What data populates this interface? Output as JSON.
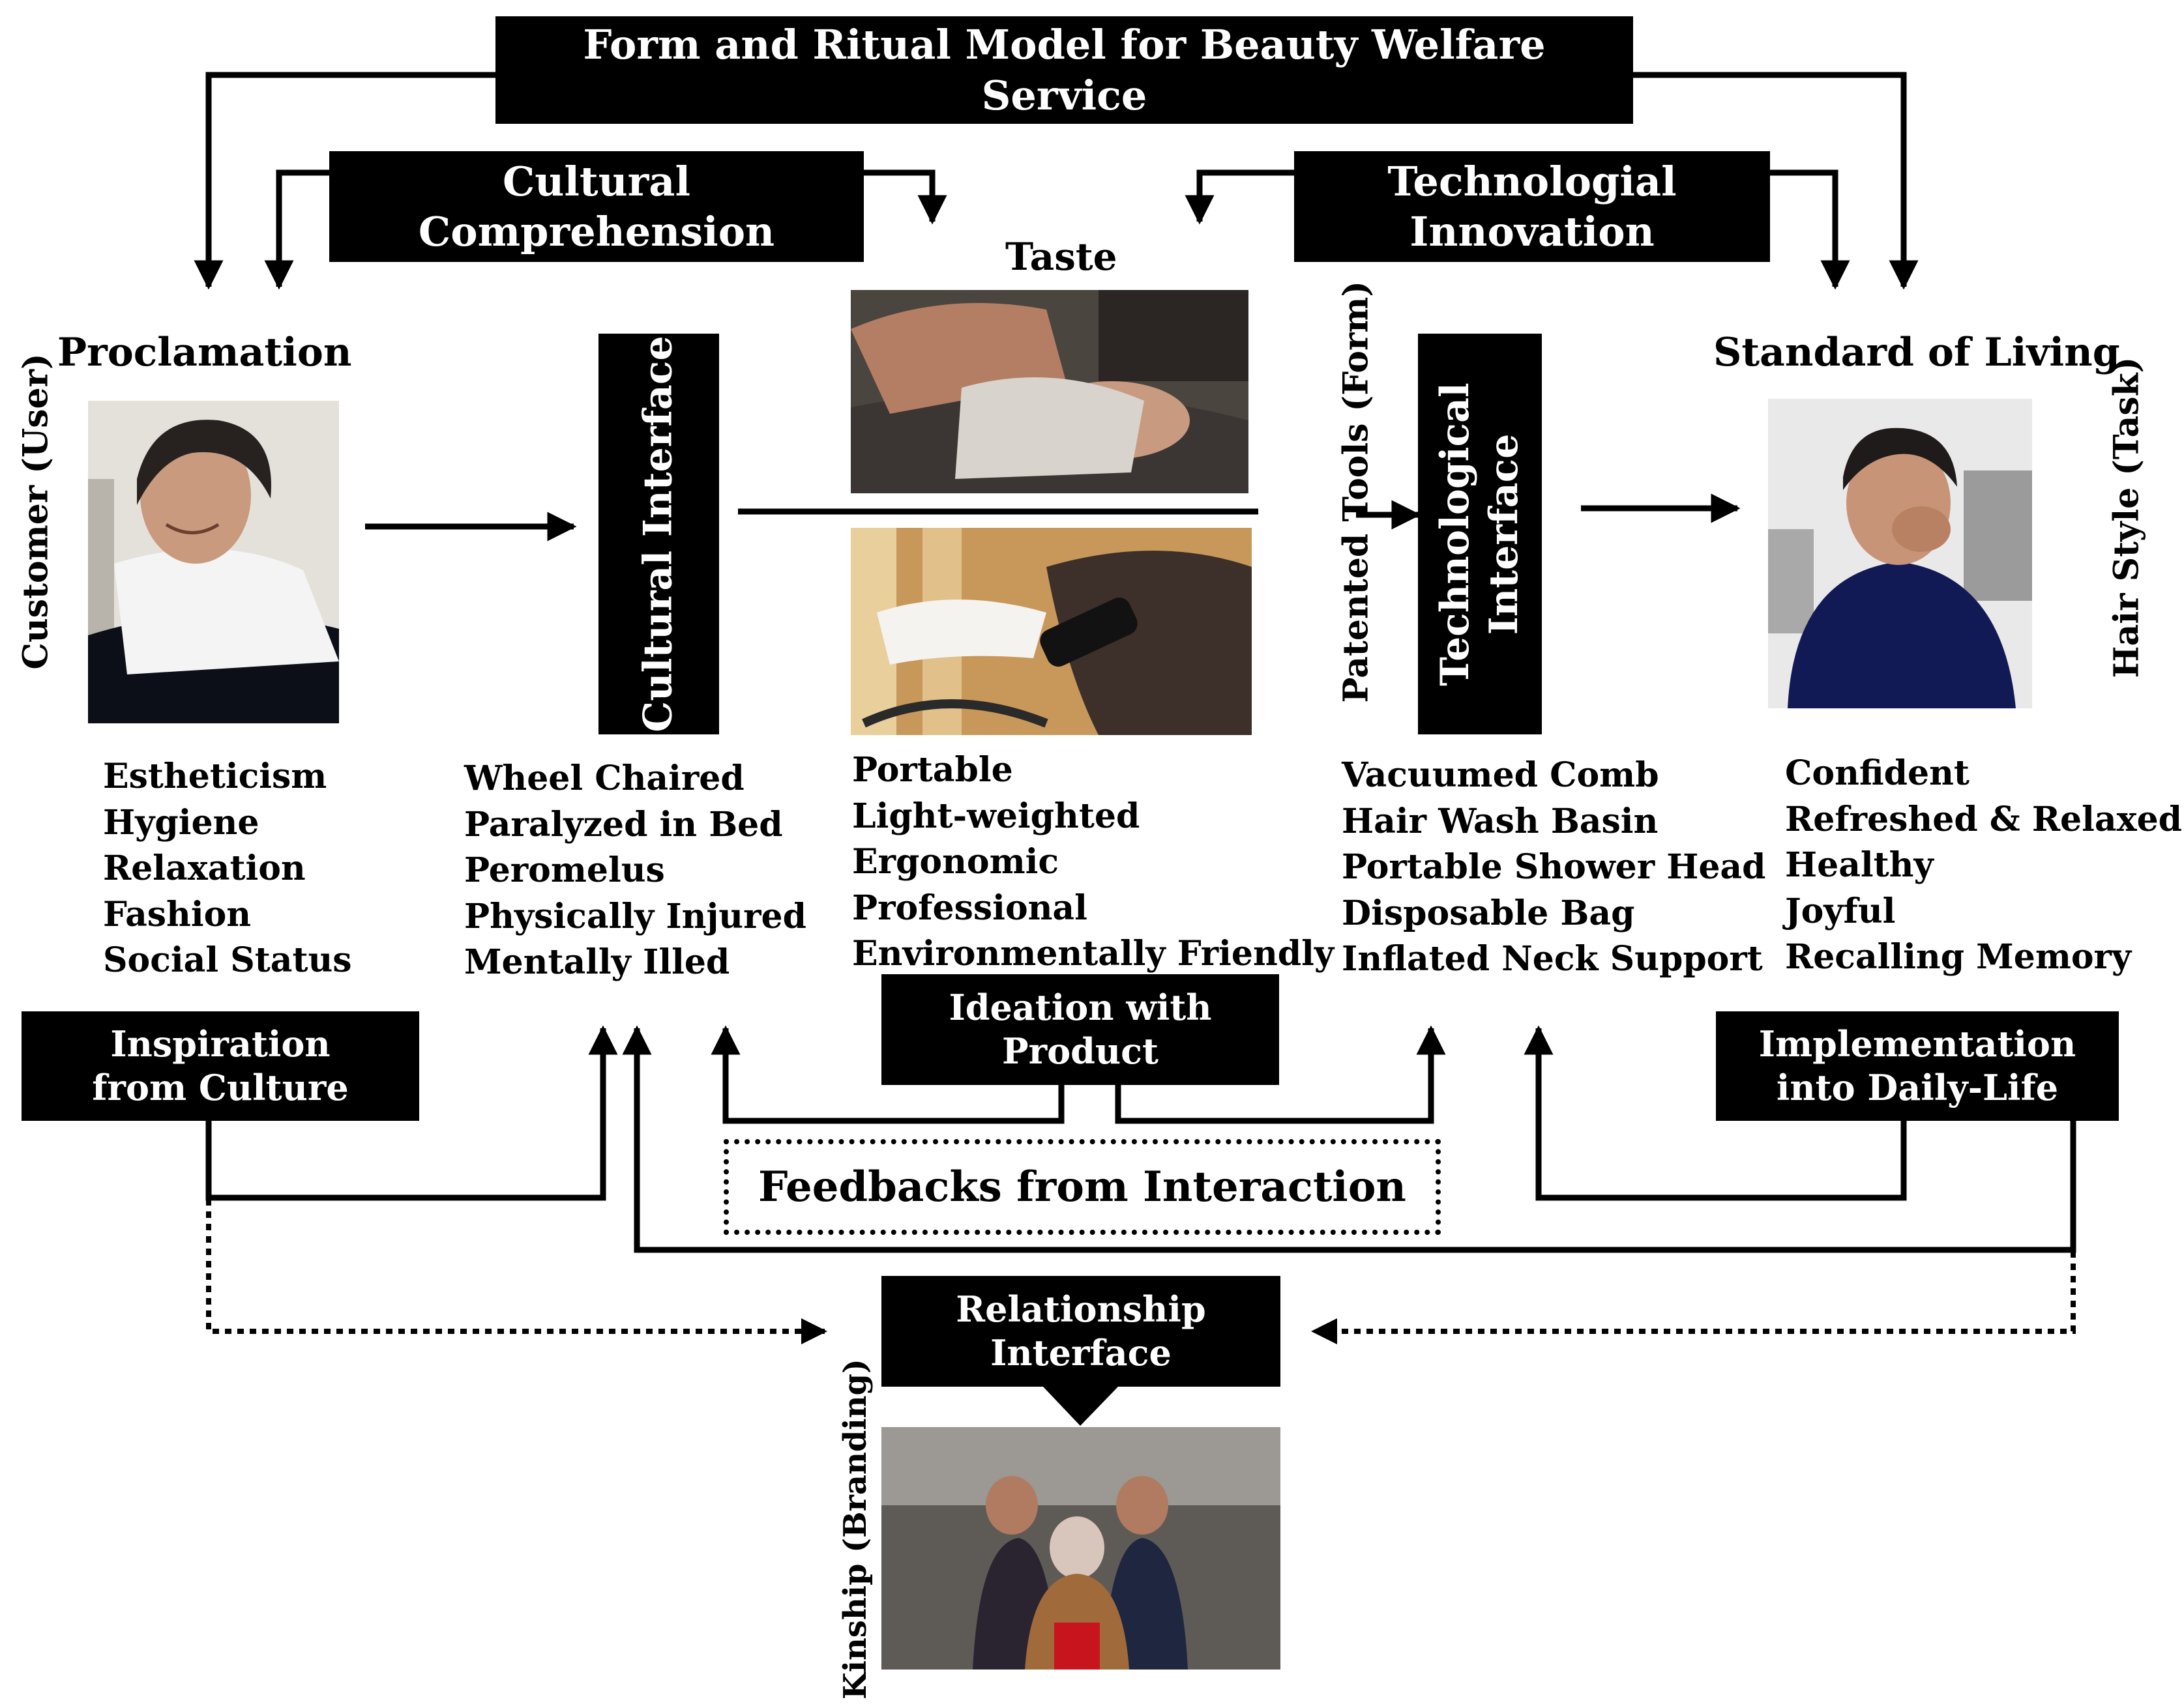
{
  "title": "Form and Ritual Model for Beauty Welfare Service",
  "cultural_comprehension": "Cultural Comprehension",
  "technological_innovation": "Technologial Innovation",
  "taste": "Taste",
  "proclamation": "Proclamation",
  "standard_of_living": "Standard of Living",
  "customer_user": "Customer (User)",
  "patented_tools": "Patented Tools (Form)",
  "hair_style_task": "Hair Style (Task)",
  "kinship_branding": "Kinship (Branding)",
  "cultural_interface": "Cultural Interface",
  "technological_interface": "Technological Interface",
  "proclamation_items": [
    "Estheticism",
    "Hygiene",
    "Relaxation",
    "Fashion",
    "Social Status"
  ],
  "cultural_interface_items": [
    "Wheel Chaired",
    "Paralyzed in Bed",
    "Peromelus",
    "Physically Injured",
    "Mentally Illed"
  ],
  "taste_items": [
    "Portable",
    "Light-weighted",
    "Ergonomic",
    "Professional",
    "Environmentally Friendly"
  ],
  "technological_interface_items": [
    "Vacuumed Comb",
    "Hair Wash Basin",
    "Portable Shower Head",
    "Disposable Bag",
    "Inflated Neck Support"
  ],
  "standard_of_living_items": [
    "Confident",
    "Refreshed & Relaxed",
    "Healthy",
    "Joyful",
    "Recalling Memory"
  ],
  "inspiration_from_culture": "Inspiration from Culture",
  "ideation_with_product": "Ideation with Product",
  "implementation_into_daily_life": "Implementation into Daily-Life",
  "feedbacks_from_interaction": "Feedbacks from Interaction",
  "relationship_interface": "Relationship Interface"
}
